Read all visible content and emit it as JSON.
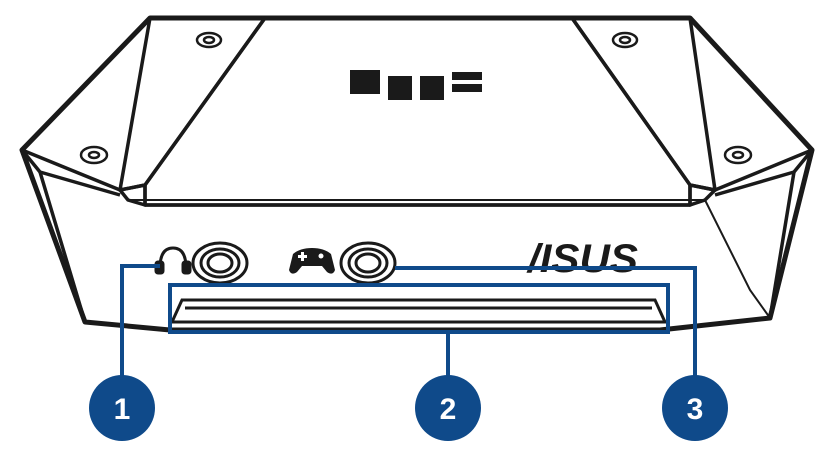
{
  "figure": {
    "brand_logo_text": "/ISUS",
    "callouts": [
      {
        "number": "1",
        "port": "headset-audio-jack"
      },
      {
        "number": "2",
        "port": "front-slot"
      },
      {
        "number": "3",
        "port": "game-audio-jack"
      }
    ],
    "icons": [
      "headset-icon",
      "gamepad-icon"
    ],
    "colors": {
      "callout_fill": "#0f4a8a",
      "leader_line": "#0f4a8a",
      "device_outline": "#1a1a1a",
      "device_face": "#ffffff"
    }
  }
}
